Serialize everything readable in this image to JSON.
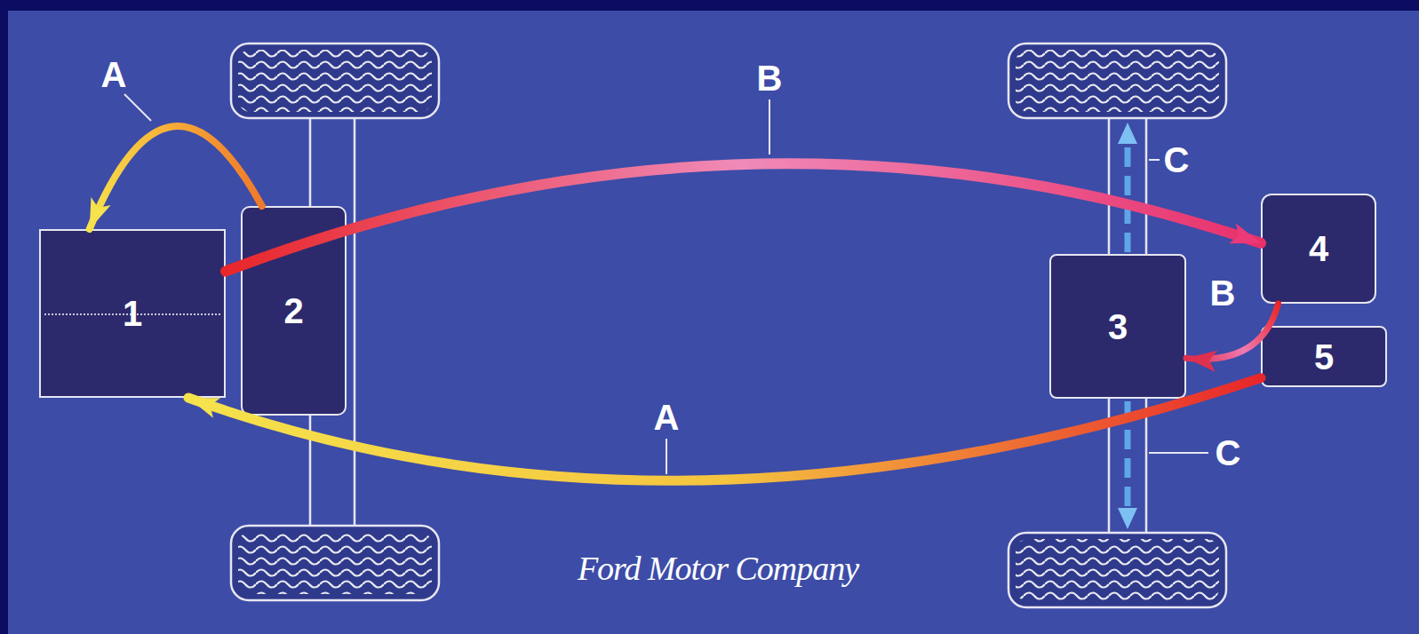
{
  "diagram": {
    "nodes": [
      {
        "text": [
          "1"
        ]
      },
      {
        "text": [
          "2"
        ]
      },
      {
        "text": [
          "3"
        ]
      },
      {
        "text": [
          "4"
        ]
      },
      {
        "text": [
          "5"
        ]
      }
    ],
    "edges": [
      {
        "from": 1,
        "to": 0,
        "arrow": "to",
        "label": "A"
      },
      {
        "from": 0,
        "to": 3,
        "arrow": "to",
        "label": "B"
      },
      {
        "from": 3,
        "to": 2,
        "arrow": "to",
        "label": "B"
      },
      {
        "from": 4,
        "to": 0,
        "arrow": "to",
        "label": "A"
      }
    ],
    "labels": [
      "C",
      "C",
      "Ford Motor Company"
    ]
  }
}
